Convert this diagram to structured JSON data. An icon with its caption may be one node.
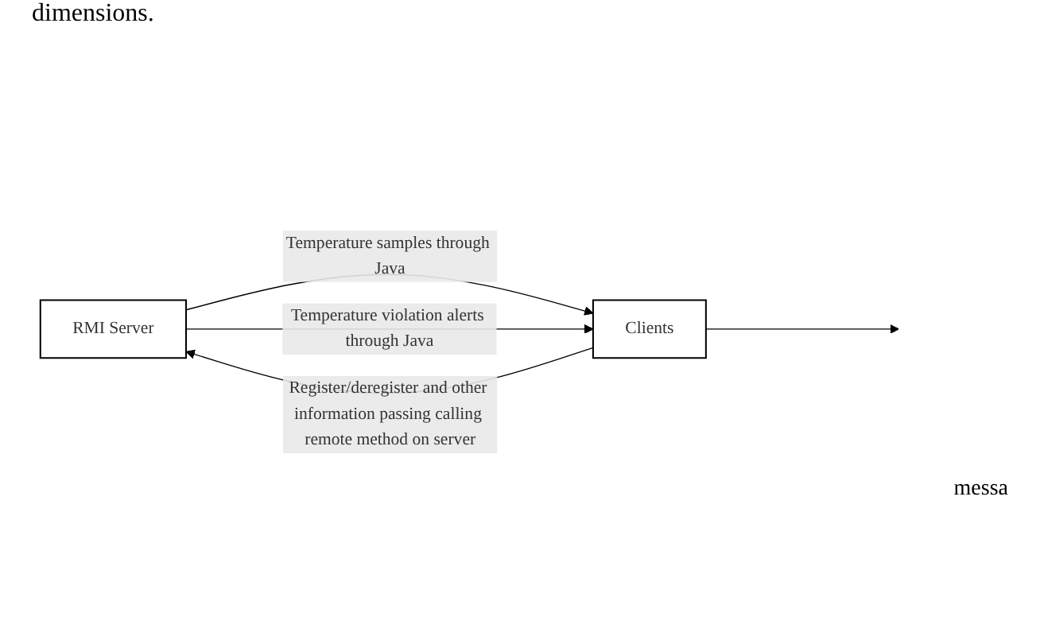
{
  "diagram": {
    "nodes": [
      {
        "text": [
          "RMI Server"
        ]
      },
      {
        "text": [
          "Clients"
        ]
      }
    ],
    "edges": [
      {
        "from": 1,
        "to": 0,
        "arrow": "to",
        "label": "Register/deregister and other information passing calling remote method on server"
      },
      {
        "from": 0,
        "to": 1,
        "arrow": "to",
        "label": "Temperature samples through Java"
      },
      {
        "from": 0,
        "to": 1,
        "arrow": "to",
        "label": "Temperature violation alerts through Java"
      },
      {
        "from": 1,
        "to": null,
        "arrow": "to"
      }
    ],
    "labels": [
      "dimensions.",
      "messa"
    ]
  }
}
